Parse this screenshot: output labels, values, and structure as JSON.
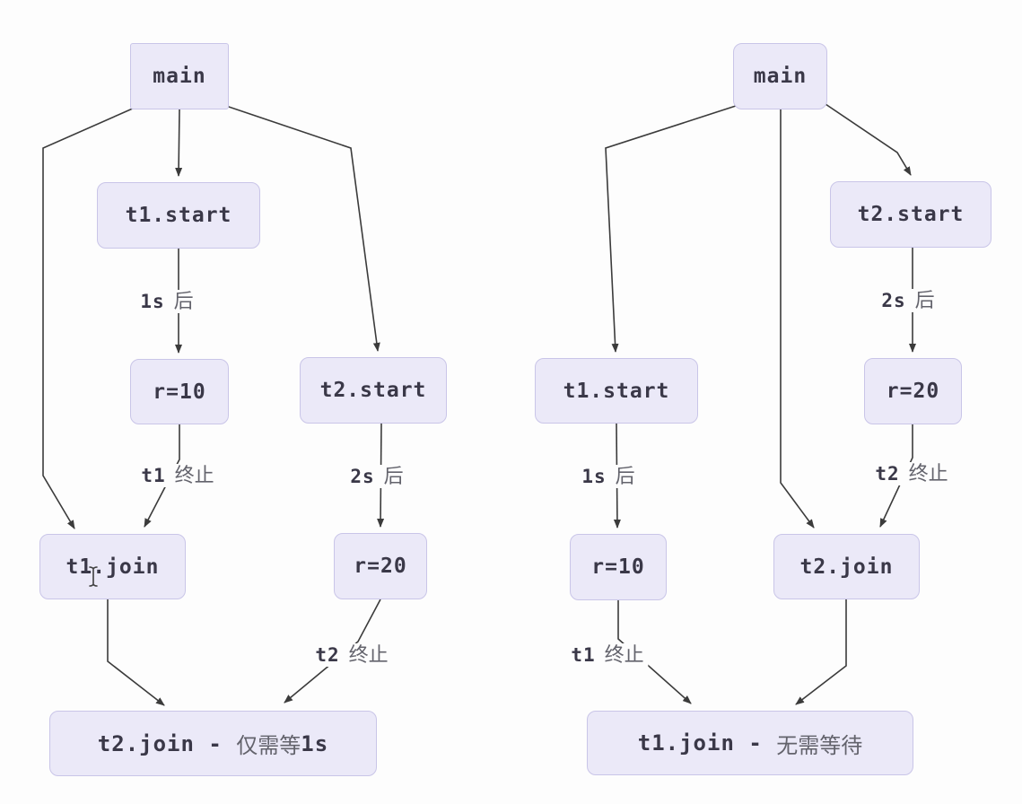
{
  "palette": {
    "bg": "#fdfdfd",
    "node_fill": "#ebe9f8",
    "node_border": "#c9c5e8",
    "code_text": "#3a3848",
    "zh_text": "#63636c",
    "edge": "#3b3b3b"
  },
  "left": {
    "nodes": {
      "main": {
        "label": "main"
      },
      "t1_start": {
        "label": "t1.start"
      },
      "r10": {
        "label": "r=10"
      },
      "t2_start": {
        "label": "t2.start"
      },
      "t1_join": {
        "label": "t1.join"
      },
      "r20": {
        "label": "r=20"
      },
      "result": {
        "code": "t2.join - ",
        "zh": "仅需等",
        "code2": "1s"
      }
    },
    "labels": {
      "after1s": {
        "code": "1s",
        "zh": "后"
      },
      "t1_end": {
        "code": "t1",
        "zh": "终止"
      },
      "after2s": {
        "code": "2s",
        "zh": "后"
      },
      "t2_end": {
        "code": "t2",
        "zh": "终止"
      }
    },
    "edges": [
      {
        "from": "main",
        "to": "t1.start"
      },
      {
        "from": "main",
        "to": "t1.join"
      },
      {
        "from": "main",
        "to": "t2.start"
      },
      {
        "from": "t1.start",
        "to": "r=10",
        "label": "1s 后"
      },
      {
        "from": "r=10",
        "to": "t1.join",
        "label": "t1 终止"
      },
      {
        "from": "t2.start",
        "to": "r=20",
        "label": "2s 后"
      },
      {
        "from": "r=20",
        "to": "result",
        "label": "t2 终止"
      },
      {
        "from": "t1.join",
        "to": "result"
      }
    ]
  },
  "right": {
    "nodes": {
      "main": {
        "label": "main"
      },
      "t2_start": {
        "label": "t2.start"
      },
      "r20": {
        "label": "r=20"
      },
      "t1_start": {
        "label": "t1.start"
      },
      "r10": {
        "label": "r=10"
      },
      "t2_join": {
        "label": "t2.join"
      },
      "result": {
        "code": "t1.join - ",
        "zh": "无需等待"
      }
    },
    "labels": {
      "after2s": {
        "code": "2s",
        "zh": "后"
      },
      "t2_end": {
        "code": "t2",
        "zh": "终止"
      },
      "after1s": {
        "code": "1s",
        "zh": "后"
      },
      "t1_end": {
        "code": "t1",
        "zh": "终止"
      }
    },
    "edges": [
      {
        "from": "main",
        "to": "t1.start"
      },
      {
        "from": "main",
        "to": "t2.join"
      },
      {
        "from": "main",
        "to": "t2.start"
      },
      {
        "from": "t2.start",
        "to": "r=20",
        "label": "2s 后"
      },
      {
        "from": "r=20",
        "to": "t2.join",
        "label": "t2 终止"
      },
      {
        "from": "t1.start",
        "to": "r=10",
        "label": "1s 后"
      },
      {
        "from": "r=10",
        "to": "result",
        "label": "t1 终止"
      },
      {
        "from": "t2.join",
        "to": "result"
      }
    ]
  },
  "cursor": {
    "icon": "ibeam-text-cursor"
  }
}
